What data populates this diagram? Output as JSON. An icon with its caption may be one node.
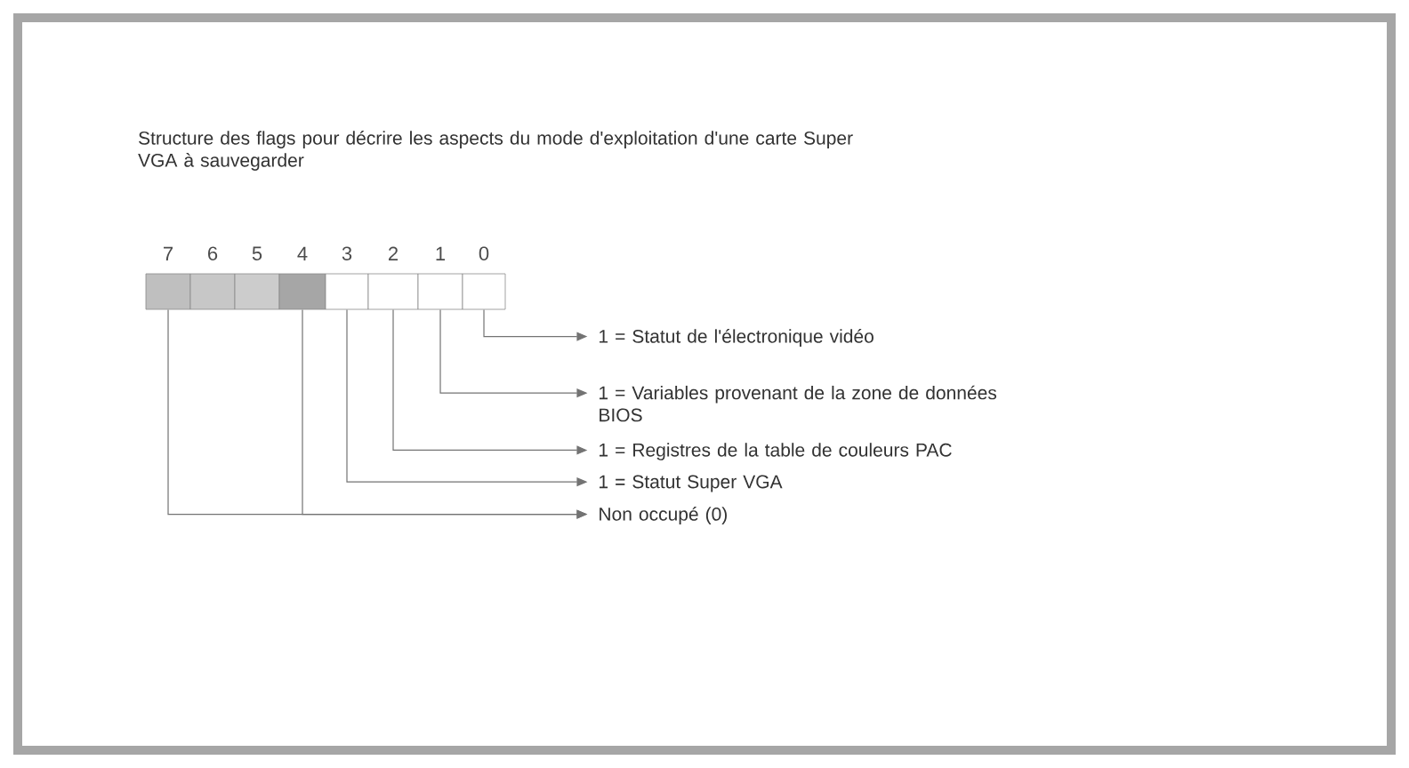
{
  "diagram": {
    "title": "Structure des flags pour décrire les aspects du mode d'exploitation d'une carte Super VGA à sauvegarder",
    "nodes": [
      {
        "text": [],
        "shape": "box",
        "beside": [
          "7"
        ]
      },
      {
        "text": [],
        "shape": "box",
        "beside": [
          "6"
        ]
      },
      {
        "text": [],
        "shape": "box",
        "beside": [
          "5"
        ]
      },
      {
        "text": [],
        "shape": "box",
        "beside": [
          "4"
        ]
      },
      {
        "text": [],
        "shape": "box",
        "beside": [
          "3"
        ]
      },
      {
        "text": [],
        "shape": "box",
        "beside": [
          "2"
        ]
      },
      {
        "text": [],
        "shape": "box",
        "beside": [
          "1"
        ]
      },
      {
        "text": [],
        "shape": "box",
        "beside": [
          "0"
        ]
      },
      {
        "text": [
          "1 = Statut de l'électronique vidéo"
        ]
      },
      {
        "text": [
          "1 = Variables provenant de la zone de données BIOS"
        ]
      },
      {
        "text": [
          "1 = Registres de la table de couleurs PAC"
        ]
      },
      {
        "text": [
          "1 = Statut Super VGA"
        ]
      },
      {
        "text": [
          "Non occupé (0)"
        ]
      }
    ],
    "edges": [
      {
        "from": 7,
        "to": 8,
        "arrow": "to"
      },
      {
        "from": 6,
        "to": 9,
        "arrow": "to"
      },
      {
        "from": 5,
        "to": 10,
        "arrow": "to"
      },
      {
        "from": 4,
        "to": 11,
        "arrow": "to"
      },
      {
        "from": 3,
        "to": 12,
        "arrow": "to"
      },
      {
        "from": 0,
        "to": 12,
        "arrow": "to"
      }
    ]
  }
}
